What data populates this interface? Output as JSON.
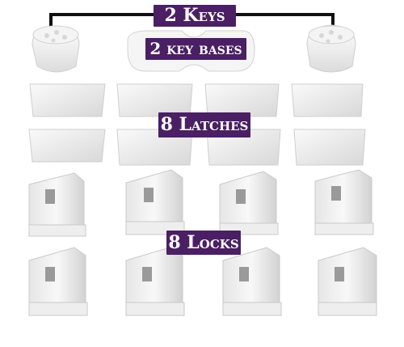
{
  "labels": {
    "keys": "2 Keys",
    "key_bases": "2 key bases",
    "latches": "8 Latches",
    "locks": "8 Locks"
  },
  "colors": {
    "label_background": "#4a1f63",
    "label_text": "#ffffff",
    "bracket_line": "#111111",
    "plastic": "#f2f2f2"
  },
  "items": {
    "keys": 2,
    "key_bases": 2,
    "latches": 8,
    "locks": 8
  }
}
